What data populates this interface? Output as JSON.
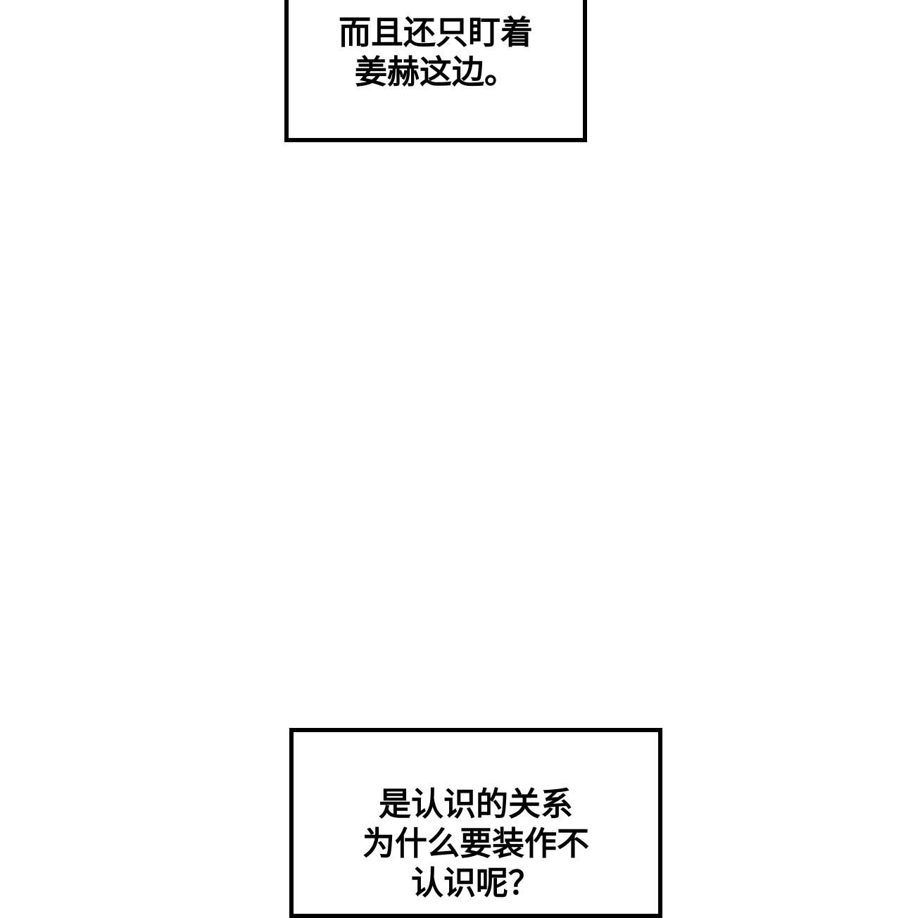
{
  "panel_top": {
    "lines": [
      "而且还只盯着",
      "姜赫这边。"
    ]
  },
  "panel_bottom": {
    "lines": [
      "是认识的关系",
      "为什么要装作不",
      "认识呢？"
    ]
  },
  "colors": {
    "background": "#ffffff",
    "border": "#000000",
    "text": "#000000"
  }
}
